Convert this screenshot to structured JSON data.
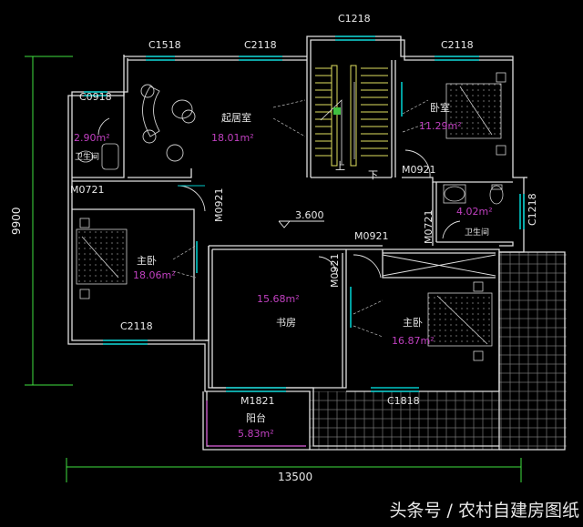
{
  "plan": {
    "dimensions": {
      "width": "13500",
      "height": "9900"
    },
    "level": "3.600",
    "rooms": [
      {
        "id": "living",
        "name": "起居室",
        "area": "18.01m²"
      },
      {
        "id": "bed_ne",
        "name": "卧室",
        "area": "11.29m²"
      },
      {
        "id": "bath_w",
        "name": "卫生间",
        "area": "2.90m²"
      },
      {
        "id": "bath_e",
        "name": "卫生间",
        "area": "4.02m²"
      },
      {
        "id": "master_w",
        "name": "主卧",
        "area": "18.06m²"
      },
      {
        "id": "study",
        "name": "书房",
        "area": "15.68m²"
      },
      {
        "id": "master_e",
        "name": "主卧",
        "area": "16.87m²"
      },
      {
        "id": "balcony",
        "name": "阳台",
        "area": "5.83m²"
      }
    ],
    "windows": [
      "C1518",
      "C2118",
      "C1218",
      "C2118",
      "C0918",
      "C2118",
      "C1218",
      "C1818"
    ],
    "doors": [
      "M0721",
      "M0921",
      "M0921",
      "M0921",
      "M0721",
      "M0921",
      "M1821"
    ],
    "stairs": {
      "up": "上",
      "down": "下"
    }
  },
  "watermark": "头条号 / 农村自建房图纸",
  "colors": {
    "wall": "#e0e0e0",
    "window": "#00c8c8",
    "text": "#e8e8e8",
    "area": "#c040c0",
    "stair": "#e0e060",
    "dim": "#40e040"
  }
}
